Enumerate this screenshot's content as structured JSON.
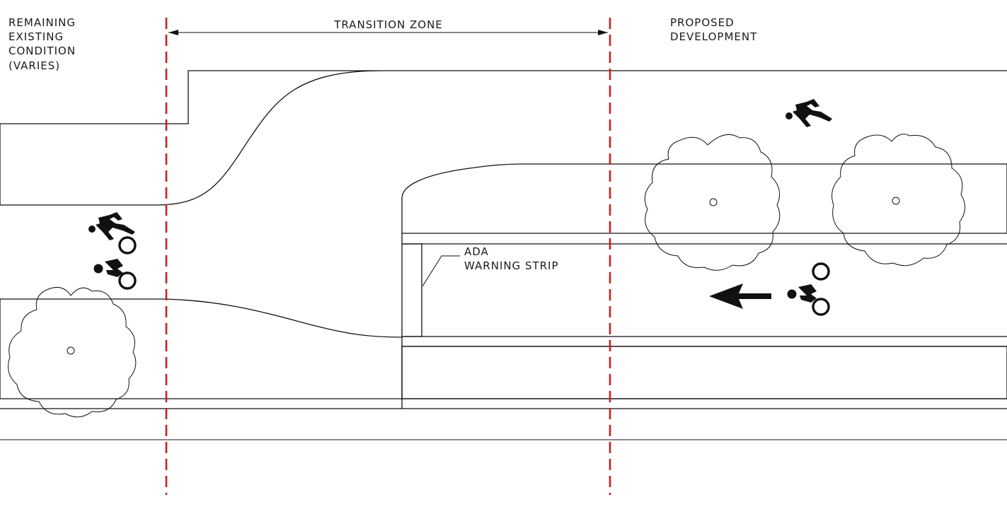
{
  "labels": {
    "remaining_existing": [
      "REMAINING",
      "EXISTING",
      "CONDITION",
      "(VARIES)"
    ],
    "transition_zone": "TRANSITION ZONE",
    "proposed_development": [
      "PROPOSED",
      "DEVELOPMENT"
    ],
    "ada_warning_strip": [
      "ADA",
      "WARNING STRIP"
    ]
  },
  "colors": {
    "linework": "#111111",
    "zone_boundary": "#cc1f1f",
    "background": "#ffffff"
  },
  "icons": [
    "pedestrian-icon",
    "bicyclist-icon",
    "direction-arrow-icon",
    "tree-canopy-icon"
  ]
}
